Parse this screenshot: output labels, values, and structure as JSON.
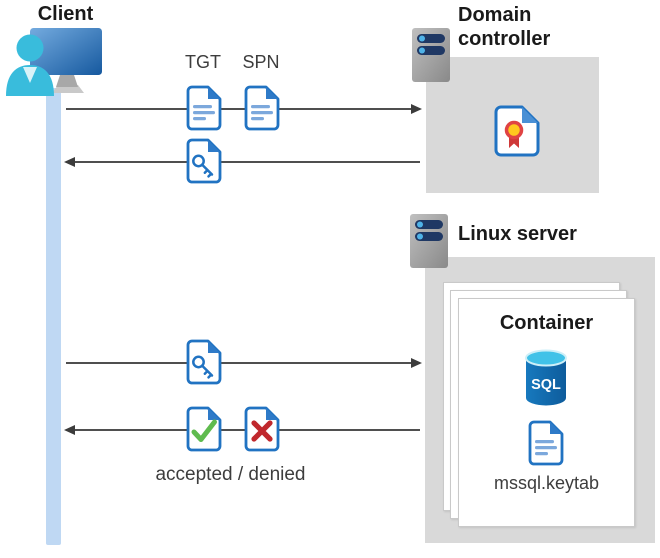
{
  "diagram": {
    "title_hint": "Kerberos authentication flow with SQL Server container",
    "colors": {
      "box_gray": "#d9d9d9",
      "doc_border_blue": "#2173c2",
      "doc_fold_blue": "#2e7ac8",
      "doc_line_blue": "#7ca8dc",
      "arrow_gray": "#4f4f4f",
      "lifeline_blue": "#bfd8f3",
      "check_green": "#5fbb4e",
      "cross_red": "#c0282d",
      "seal_yellow": "#ffc81e",
      "seal_red": "#d93b3b",
      "sql_body_blue": "#0e5c9c",
      "sql_top_cyan": "#41c2e8",
      "server_pill_navy": "#1f3864",
      "server_dot_blue": "#4fb3e8"
    }
  },
  "client": {
    "label": "Client"
  },
  "domain_controller": {
    "label": "Domain controller"
  },
  "linux_server": {
    "label": "Linux server"
  },
  "container": {
    "label": "Container",
    "sql_label": "SQL",
    "keytab_label": "mssql.keytab"
  },
  "flow": {
    "tgt_label": "TGT",
    "spn_label": "SPN",
    "result_label": "accepted / denied"
  },
  "icons": {
    "client": "user-at-computer-icon",
    "server": "server-icon",
    "certificate": "certificate-icon",
    "ticket_document": "document-icon",
    "key_ticket": "key-document-icon",
    "accepted": "check-document-icon",
    "denied": "cross-document-icon",
    "sql_database": "sql-database-icon"
  }
}
